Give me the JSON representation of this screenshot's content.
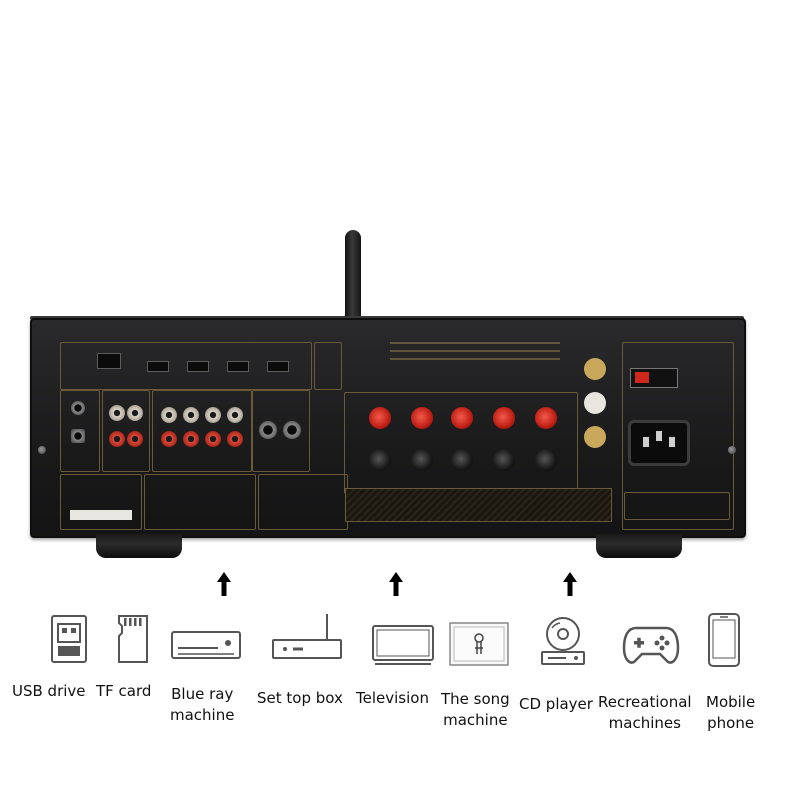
{
  "colors": {
    "amp_body": "#1e1e1f",
    "panel_gold": "#b89a5e",
    "post_red": "#c01e14",
    "icon_gray": "#555555"
  },
  "arrows": [
    "up-arrow-icon",
    "up-arrow-icon",
    "up-arrow-icon"
  ],
  "devices": [
    {
      "icon": "usb-drive-icon",
      "label": "USB drive"
    },
    {
      "icon": "tf-card-icon",
      "label": "TF card"
    },
    {
      "icon": "blu-ray-icon",
      "label": "Blue ray\nmachine"
    },
    {
      "icon": "set-top-box-icon",
      "label": "Set top box"
    },
    {
      "icon": "television-icon",
      "label": "Television"
    },
    {
      "icon": "song-machine-icon",
      "label": "The song\nmachine"
    },
    {
      "icon": "cd-player-icon",
      "label": "CD player"
    },
    {
      "icon": "gamepad-icon",
      "label": "Recreational\nmachines"
    },
    {
      "icon": "mobile-phone-icon",
      "label": "Mobile\nphone"
    }
  ]
}
